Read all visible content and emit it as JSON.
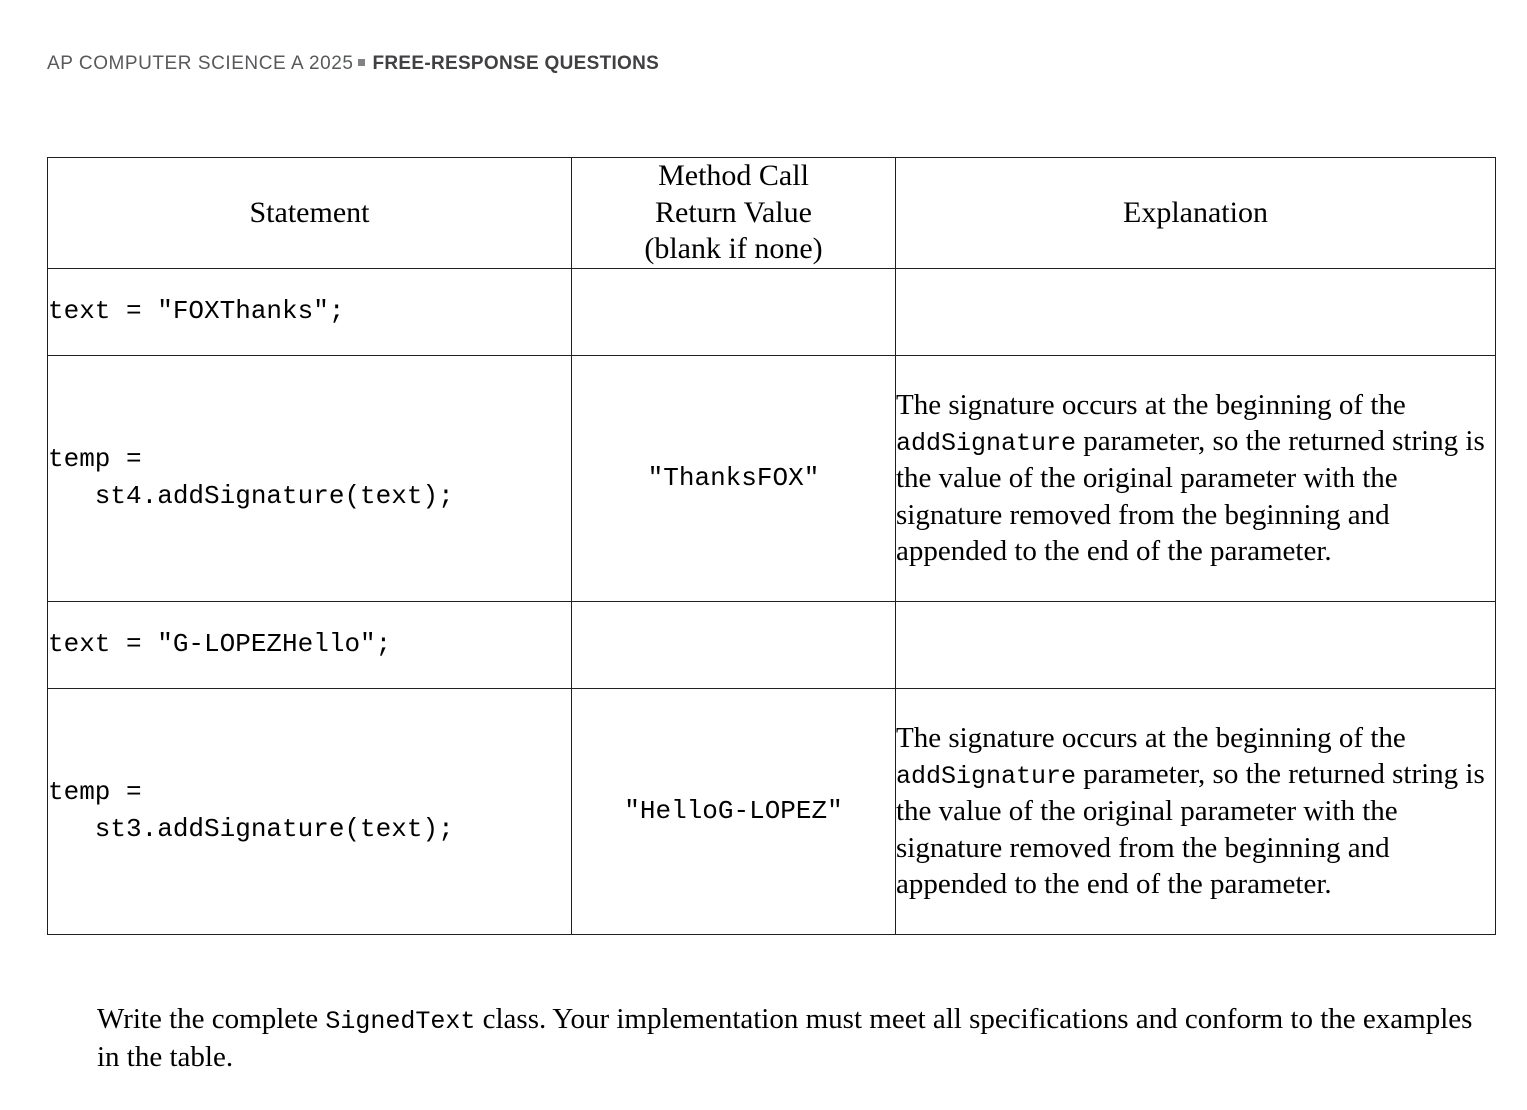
{
  "running_head": {
    "regular": "AP COMPUTER SCIENCE A 2025",
    "bullet_icon": "square-bullet-icon",
    "bold": "FREE-RESPONSE QUESTIONS",
    "text_color": "#58595b",
    "bold_color": "#414042"
  },
  "table": {
    "headers": {
      "statement": "Statement",
      "return_value_line1": "Method Call",
      "return_value_line2": "Return Value",
      "return_value_line3": "(blank if none)",
      "explanation": "Explanation"
    },
    "border_color": "#231f20",
    "rows": [
      {
        "statement": "text = \"FOXThanks\";",
        "return_value": "",
        "explanation_prefix": "",
        "explanation_mono": "",
        "explanation_suffix": ""
      },
      {
        "statement": "temp =\n   st4.addSignature(text);",
        "return_value": "\"ThanksFOX\"",
        "explanation_prefix": "The signature occurs at the beginning of the ",
        "explanation_mono": "addSignature",
        "explanation_suffix": " parameter, so the returned string is the value of the original parameter with the signature removed from the beginning and appended to the end of the parameter."
      },
      {
        "statement": "text = \"G-LOPEZHello\";",
        "return_value": "",
        "explanation_prefix": "",
        "explanation_mono": "",
        "explanation_suffix": ""
      },
      {
        "statement": "temp =\n   st3.addSignature(text);",
        "return_value": "\"HelloG-LOPEZ\"",
        "explanation_prefix": "The signature occurs at the beginning of the ",
        "explanation_mono": "addSignature",
        "explanation_suffix": " parameter, so the returned string is the value of the original parameter with the signature removed from the beginning and appended to the end of the parameter."
      }
    ]
  },
  "closing": {
    "prefix": "Write the complete ",
    "mono": "SignedText",
    "suffix": " class. Your implementation must meet all specifications and conform to the examples in the table."
  }
}
